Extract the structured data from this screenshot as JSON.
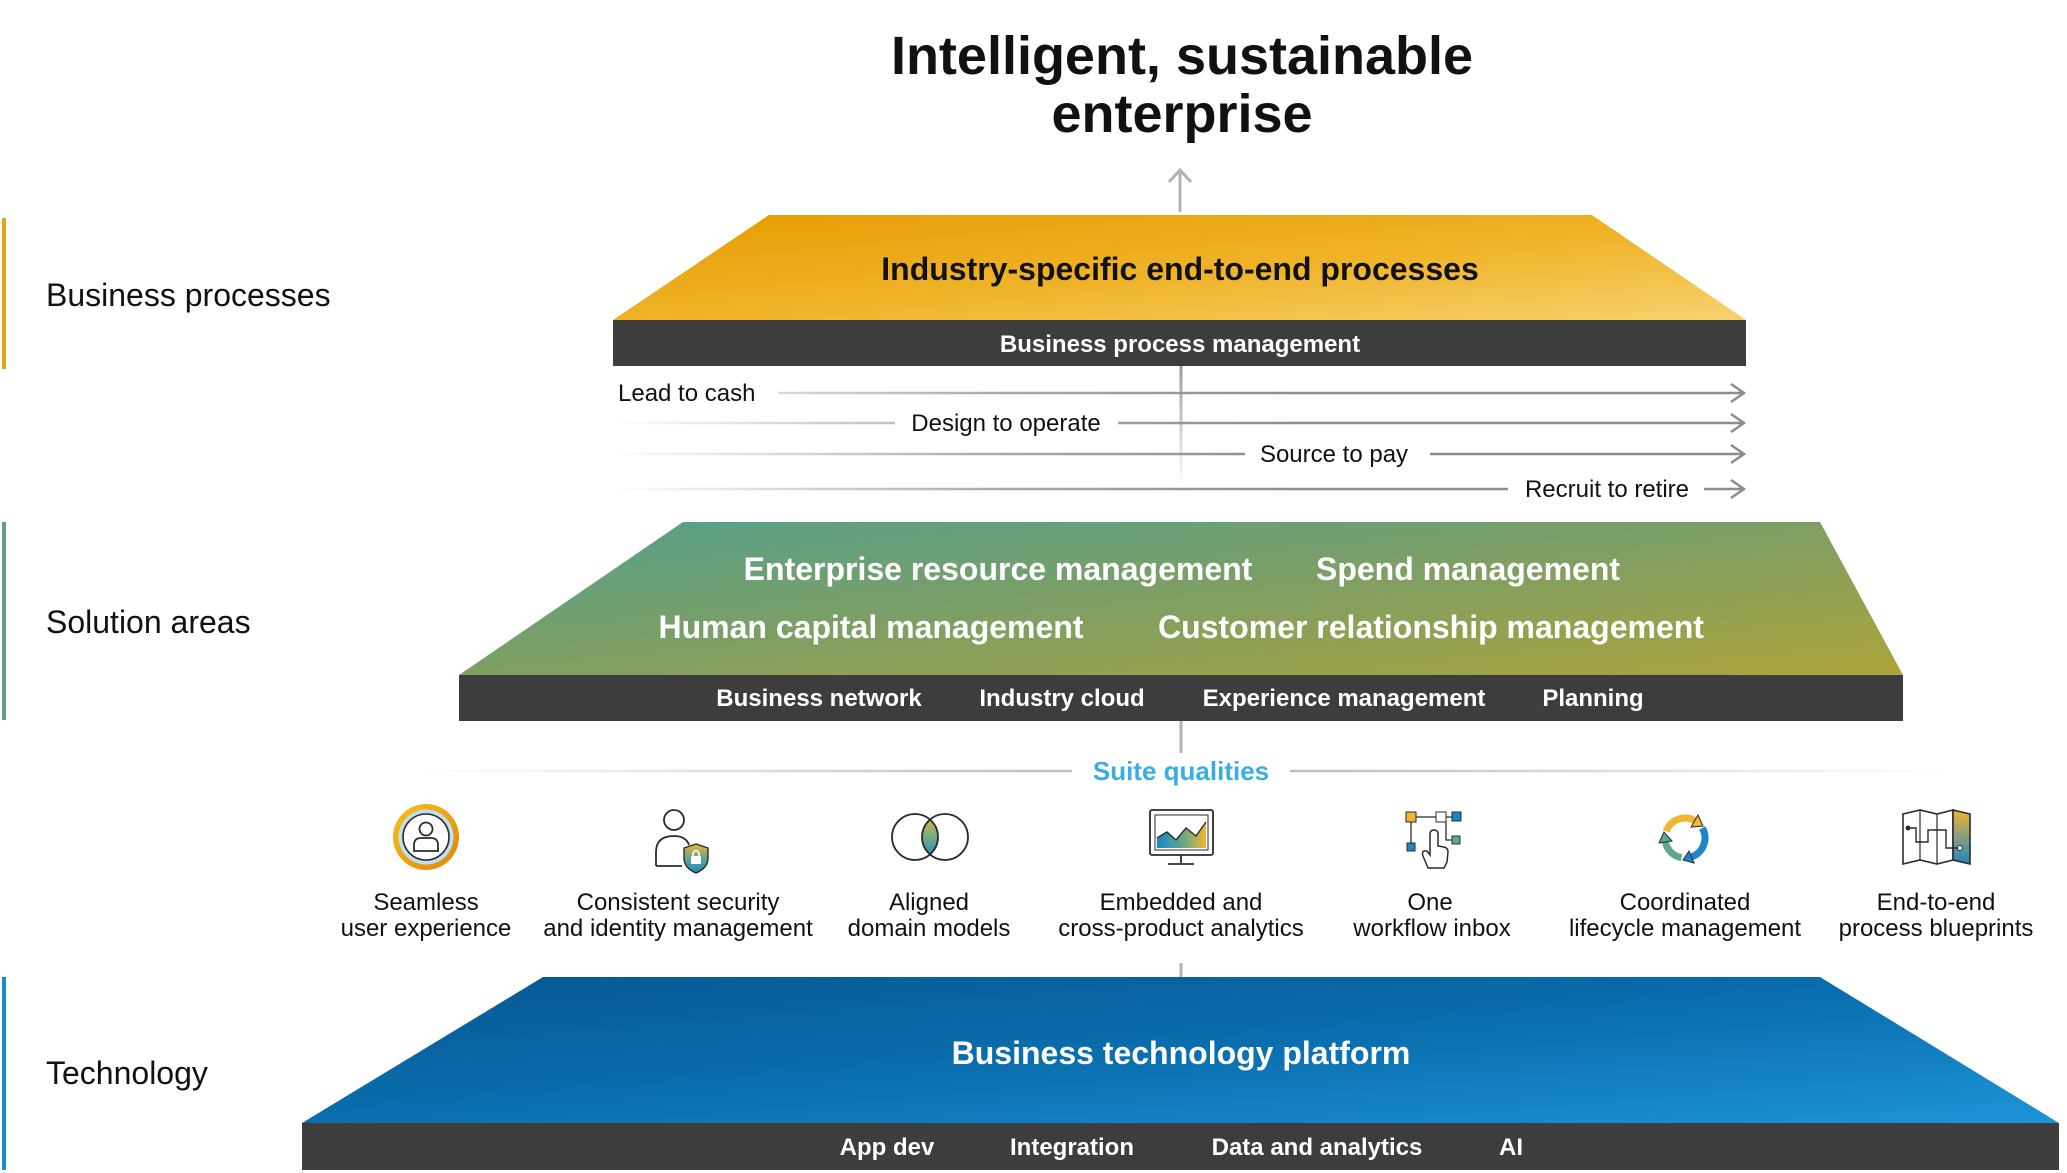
{
  "title": {
    "line1": "Intelligent, sustainable",
    "line2": "enterprise"
  },
  "layers": {
    "business_processes": "Business processes",
    "solution_areas": "Solution areas",
    "technology": "Technology"
  },
  "business_processes": {
    "heading": "Industry-specific end-to-end processes",
    "bar_label": "Business process management",
    "flows": [
      "Lead to cash",
      "Design to operate",
      "Source to pay",
      "Recruit to retire"
    ]
  },
  "solution_areas": {
    "areas": [
      "Enterprise resource management",
      "Spend management",
      "Human capital management",
      "Customer relationship management"
    ],
    "bar_items": [
      "Business network",
      "Industry cloud",
      "Experience management",
      "Planning"
    ]
  },
  "suite_qualities": {
    "heading": "Suite qualities",
    "items": [
      {
        "icon": "user-experience-icon",
        "line1": "Seamless",
        "line2": "user experience"
      },
      {
        "icon": "security-identity-icon",
        "line1": "Consistent security",
        "line2": "and identity management"
      },
      {
        "icon": "domain-models-venn-icon",
        "line1": "Aligned",
        "line2": "domain models"
      },
      {
        "icon": "analytics-monitor-icon",
        "line1": "Embedded and",
        "line2": "cross-product analytics"
      },
      {
        "icon": "workflow-inbox-icon",
        "line1": "One",
        "line2": "workflow inbox"
      },
      {
        "icon": "lifecycle-cycle-icon",
        "line1": "Coordinated",
        "line2": "lifecycle management"
      },
      {
        "icon": "process-blueprint-map-icon",
        "line1": "End-to-end",
        "line2": "process blueprints"
      }
    ]
  },
  "technology": {
    "heading": "Business technology platform",
    "bar_items": [
      "App dev",
      "Integration",
      "Data and analytics",
      "AI"
    ]
  },
  "colors": {
    "business_processes": "#E8A317",
    "solution_areas": "#5E9E82",
    "technology": "#1A8CCD",
    "bar": "#3D3D3D",
    "suite_qualities": "#3AAEE4"
  }
}
